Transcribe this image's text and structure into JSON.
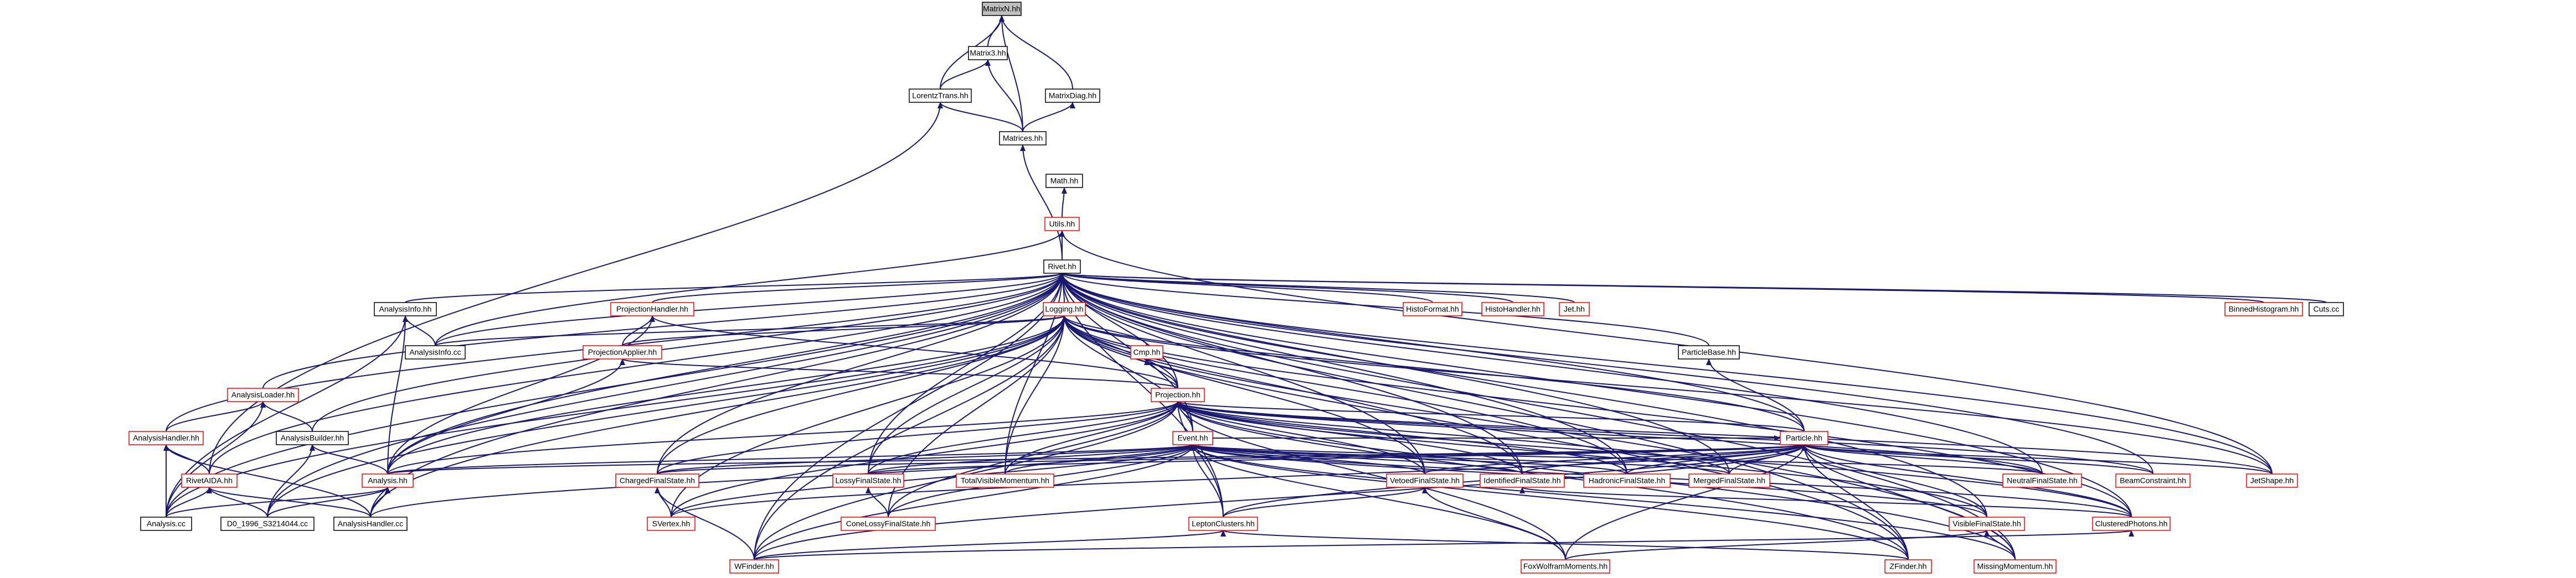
{
  "diagram": {
    "nodes": [
      {
        "id": "matrixn",
        "label": "MatrixN.hh",
        "style": "focus"
      },
      {
        "id": "matrix3",
        "label": "Matrix3.hh",
        "style": "black"
      },
      {
        "id": "lorentztrans",
        "label": "LorentzTrans.hh",
        "style": "black"
      },
      {
        "id": "matrixdiag",
        "label": "MatrixDiag.hh",
        "style": "black"
      },
      {
        "id": "matrices",
        "label": "Matrices.hh",
        "style": "black"
      },
      {
        "id": "math",
        "label": "Math.hh",
        "style": "black"
      },
      {
        "id": "utils",
        "label": "Utils.hh",
        "style": "red"
      },
      {
        "id": "rivet",
        "label": "Rivet.hh",
        "style": "black"
      },
      {
        "id": "analysisinfo",
        "label": "AnalysisInfo.hh",
        "style": "black"
      },
      {
        "id": "analysisinfocc",
        "label": "AnalysisInfo.cc",
        "style": "black"
      },
      {
        "id": "projectionhandler",
        "label": "ProjectionHandler.hh",
        "style": "red"
      },
      {
        "id": "projectionapplier",
        "label": "ProjectionApplier.hh",
        "style": "red"
      },
      {
        "id": "logging",
        "label": "Logging.hh",
        "style": "red"
      },
      {
        "id": "cmp",
        "label": "Cmp.hh",
        "style": "red"
      },
      {
        "id": "histoformat",
        "label": "HistoFormat.hh",
        "style": "red"
      },
      {
        "id": "histohandler",
        "label": "HistoHandler.hh",
        "style": "red"
      },
      {
        "id": "jet",
        "label": "Jet.hh",
        "style": "red"
      },
      {
        "id": "binnedhistogram",
        "label": "BinnedHistogram.hh",
        "style": "red"
      },
      {
        "id": "cutscc",
        "label": "Cuts.cc",
        "style": "black"
      },
      {
        "id": "particlebase",
        "label": "ParticleBase.hh",
        "style": "black"
      },
      {
        "id": "projection",
        "label": "Projection.hh",
        "style": "red"
      },
      {
        "id": "analysisloader",
        "label": "AnalysisLoader.hh",
        "style": "red"
      },
      {
        "id": "analysisbuilder",
        "label": "AnalysisBuilder.hh",
        "style": "black"
      },
      {
        "id": "analysishandlerh",
        "label": "AnalysisHandler.hh",
        "style": "red"
      },
      {
        "id": "event",
        "label": "Event.hh",
        "style": "red"
      },
      {
        "id": "particle",
        "label": "Particle.hh",
        "style": "red"
      },
      {
        "id": "analysish",
        "label": "Analysis.hh",
        "style": "red"
      },
      {
        "id": "rivetaida",
        "label": "RivetAIDA.hh",
        "style": "red"
      },
      {
        "id": "analysiscc",
        "label": "Analysis.cc",
        "style": "black"
      },
      {
        "id": "d0cc",
        "label": "D0_1996_S3214044.cc",
        "style": "black"
      },
      {
        "id": "analysishandlercc",
        "label": "AnalysisHandler.cc",
        "style": "black"
      },
      {
        "id": "chargedfinalstate",
        "label": "ChargedFinalState.hh",
        "style": "red"
      },
      {
        "id": "lossyfinalstate",
        "label": "LossyFinalState.hh",
        "style": "red"
      },
      {
        "id": "totalvisiblemomentum",
        "label": "TotalVisibleMomentum.hh",
        "style": "red"
      },
      {
        "id": "vetoedfinalstate",
        "label": "VetoedFinalState.hh",
        "style": "red"
      },
      {
        "id": "identifiedfinalstate",
        "label": "IdentifiedFinalState.hh",
        "style": "red"
      },
      {
        "id": "hadronicfinalstate",
        "label": "HadronicFinalState.hh",
        "style": "red"
      },
      {
        "id": "mergedfinalstate",
        "label": "MergedFinalState.hh",
        "style": "red"
      },
      {
        "id": "neutralfinalstate",
        "label": "NeutralFinalState.hh",
        "style": "red"
      },
      {
        "id": "beamconstraint",
        "label": "BeamConstraint.hh",
        "style": "red"
      },
      {
        "id": "jetshape",
        "label": "JetShape.hh",
        "style": "red"
      },
      {
        "id": "svertex",
        "label": "SVertex.hh",
        "style": "red"
      },
      {
        "id": "conelossyfinalstate",
        "label": "ConeLossyFinalState.hh",
        "style": "red"
      },
      {
        "id": "leptonclusters",
        "label": "LeptonClusters.hh",
        "style": "red"
      },
      {
        "id": "visiblefinalstate",
        "label": "VisibleFinalState.hh",
        "style": "red"
      },
      {
        "id": "clusteredphotons",
        "label": "ClusteredPhotons.hh",
        "style": "red"
      },
      {
        "id": "wfinder",
        "label": "WFinder.hh",
        "style": "red"
      },
      {
        "id": "foxwolfram",
        "label": "FoxWolframMoments.hh",
        "style": "red"
      },
      {
        "id": "zfinder",
        "label": "ZFinder.hh",
        "style": "red"
      },
      {
        "id": "missingmomentum",
        "label": "MissingMomentum.hh",
        "style": "red"
      }
    ],
    "edges": [
      [
        "matrix3",
        "matrixn"
      ],
      [
        "lorentztrans",
        "matrixn"
      ],
      [
        "matrices",
        "matrixn"
      ],
      [
        "matrixdiag",
        "matrixn"
      ],
      [
        "lorentztrans",
        "matrix3"
      ],
      [
        "matrices",
        "matrix3"
      ],
      [
        "matrices",
        "lorentztrans"
      ],
      [
        "matrices",
        "matrixdiag"
      ],
      [
        "rivet",
        "matrices"
      ],
      [
        "utils",
        "math"
      ],
      [
        "rivet",
        "utils"
      ],
      [
        "rivetaida",
        "lorentztrans"
      ],
      [
        "analysisinfocc",
        "utils"
      ],
      [
        "jetshape",
        "utils"
      ],
      [
        "analysisinfo",
        "rivet"
      ],
      [
        "analysisinfocc",
        "rivet"
      ],
      [
        "projectionhandler",
        "rivet"
      ],
      [
        "logging",
        "rivet"
      ],
      [
        "histoformat",
        "rivet"
      ],
      [
        "histohandler",
        "rivet"
      ],
      [
        "jet",
        "rivet"
      ],
      [
        "binnedhistogram",
        "rivet"
      ],
      [
        "cutscc",
        "rivet"
      ],
      [
        "particlebase",
        "rivet"
      ],
      [
        "projection",
        "rivet"
      ],
      [
        "analysisloader",
        "rivet"
      ],
      [
        "analysisbuilder",
        "rivet"
      ],
      [
        "analysishandlerh",
        "rivet"
      ],
      [
        "event",
        "rivet"
      ],
      [
        "particle",
        "rivet"
      ],
      [
        "analysish",
        "rivet"
      ],
      [
        "rivetaida",
        "rivet"
      ],
      [
        "analysiscc",
        "rivet"
      ],
      [
        "d0cc",
        "rivet"
      ],
      [
        "analysishandlercc",
        "rivet"
      ],
      [
        "chargedfinalstate",
        "rivet"
      ],
      [
        "lossyfinalstate",
        "rivet"
      ],
      [
        "totalvisiblemomentum",
        "rivet"
      ],
      [
        "vetoedfinalstate",
        "rivet"
      ],
      [
        "identifiedfinalstate",
        "rivet"
      ],
      [
        "hadronicfinalstate",
        "rivet"
      ],
      [
        "mergedfinalstate",
        "rivet"
      ],
      [
        "neutralfinalstate",
        "rivet"
      ],
      [
        "beamconstraint",
        "rivet"
      ],
      [
        "jetshape",
        "rivet"
      ],
      [
        "wfinder",
        "rivet"
      ],
      [
        "zfinder",
        "rivet"
      ],
      [
        "missingmomentum",
        "rivet"
      ],
      [
        "clusteredphotons",
        "rivet"
      ],
      [
        "visiblefinalstate",
        "rivet"
      ],
      [
        "leptonclusters",
        "rivet"
      ],
      [
        "analysisinfocc",
        "analysisinfo"
      ],
      [
        "analysish",
        "analysisinfo"
      ],
      [
        "analysiscc",
        "analysisinfo"
      ],
      [
        "projectionapplier",
        "projectionhandler"
      ],
      [
        "analysish",
        "projectionhandler"
      ],
      [
        "projection",
        "projectionhandler"
      ],
      [
        "analysisinfocc",
        "logging"
      ],
      [
        "projectionapplier",
        "logging"
      ],
      [
        "cmp",
        "logging"
      ],
      [
        "projection",
        "logging"
      ],
      [
        "analysish",
        "logging"
      ],
      [
        "analysishandlercc",
        "logging"
      ],
      [
        "chargedfinalstate",
        "logging"
      ],
      [
        "lossyfinalstate",
        "logging"
      ],
      [
        "totalvisiblemomentum",
        "logging"
      ],
      [
        "vetoedfinalstate",
        "logging"
      ],
      [
        "identifiedfinalstate",
        "logging"
      ],
      [
        "particle",
        "logging"
      ],
      [
        "event",
        "logging"
      ],
      [
        "jetshape",
        "logging"
      ],
      [
        "clusteredphotons",
        "logging"
      ],
      [
        "zfinder",
        "logging"
      ],
      [
        "wfinder",
        "logging"
      ],
      [
        "conelossyfinalstate",
        "logging"
      ],
      [
        "svertex",
        "logging"
      ],
      [
        "d0cc",
        "logging"
      ],
      [
        "analysiscc",
        "logging"
      ],
      [
        "hadronicfinalstate",
        "logging"
      ],
      [
        "missingmomentum",
        "logging"
      ],
      [
        "projection",
        "cmp"
      ],
      [
        "projection",
        "projectionapplier"
      ],
      [
        "analysish",
        "projectionapplier"
      ],
      [
        "particle",
        "particlebase"
      ],
      [
        "analysisbuilder",
        "analysisloader"
      ],
      [
        "analysishandlerh",
        "analysisloader"
      ],
      [
        "analysiscc",
        "analysisloader"
      ],
      [
        "rivetaida",
        "analysishandlerh"
      ],
      [
        "analysishandlercc",
        "analysishandlerh"
      ],
      [
        "analysiscc",
        "analysishandlerh"
      ],
      [
        "analysish",
        "analysisbuilder"
      ],
      [
        "d0cc",
        "analysisbuilder"
      ],
      [
        "event",
        "projection"
      ],
      [
        "chargedfinalstate",
        "projection"
      ],
      [
        "lossyfinalstate",
        "projection"
      ],
      [
        "totalvisiblemomentum",
        "projection"
      ],
      [
        "vetoedfinalstate",
        "projection"
      ],
      [
        "identifiedfinalstate",
        "projection"
      ],
      [
        "hadronicfinalstate",
        "projection"
      ],
      [
        "mergedfinalstate",
        "projection"
      ],
      [
        "neutralfinalstate",
        "projection"
      ],
      [
        "beamconstraint",
        "projection"
      ],
      [
        "jetshape",
        "projection"
      ],
      [
        "svertex",
        "projection"
      ],
      [
        "conelossyfinalstate",
        "projection"
      ],
      [
        "leptonclusters",
        "projection"
      ],
      [
        "visiblefinalstate",
        "projection"
      ],
      [
        "clusteredphotons",
        "projection"
      ],
      [
        "wfinder",
        "projection"
      ],
      [
        "foxwolfram",
        "projection"
      ],
      [
        "zfinder",
        "projection"
      ],
      [
        "missingmomentum",
        "projection"
      ],
      [
        "analysish",
        "projection"
      ],
      [
        "particle",
        "projection"
      ],
      [
        "analysish",
        "event"
      ],
      [
        "chargedfinalstate",
        "event"
      ],
      [
        "lossyfinalstate",
        "event"
      ],
      [
        "totalvisiblemomentum",
        "event"
      ],
      [
        "vetoedfinalstate",
        "event"
      ],
      [
        "identifiedfinalstate",
        "event"
      ],
      [
        "hadronicfinalstate",
        "event"
      ],
      [
        "mergedfinalstate",
        "event"
      ],
      [
        "neutralfinalstate",
        "event"
      ],
      [
        "svertex",
        "event"
      ],
      [
        "conelossyfinalstate",
        "event"
      ],
      [
        "leptonclusters",
        "event"
      ],
      [
        "visiblefinalstate",
        "event"
      ],
      [
        "clusteredphotons",
        "event"
      ],
      [
        "wfinder",
        "event"
      ],
      [
        "foxwolfram",
        "event"
      ],
      [
        "zfinder",
        "event"
      ],
      [
        "missingmomentum",
        "event"
      ],
      [
        "analysishandlercc",
        "event"
      ],
      [
        "event",
        "particle"
      ],
      [
        "chargedfinalstate",
        "particle"
      ],
      [
        "lossyfinalstate",
        "particle"
      ],
      [
        "vetoedfinalstate",
        "particle"
      ],
      [
        "identifiedfinalstate",
        "particle"
      ],
      [
        "hadronicfinalstate",
        "particle"
      ],
      [
        "mergedfinalstate",
        "particle"
      ],
      [
        "neutralfinalstate",
        "particle"
      ],
      [
        "beamconstraint",
        "particle"
      ],
      [
        "jetshape",
        "particle"
      ],
      [
        "leptonclusters",
        "particle"
      ],
      [
        "visiblefinalstate",
        "particle"
      ],
      [
        "clusteredphotons",
        "particle"
      ],
      [
        "wfinder",
        "particle"
      ],
      [
        "foxwolfram",
        "particle"
      ],
      [
        "zfinder",
        "particle"
      ],
      [
        "missingmomentum",
        "particle"
      ],
      [
        "analysish",
        "particle"
      ],
      [
        "svertex",
        "particle"
      ],
      [
        "analysiscc",
        "analysish"
      ],
      [
        "d0cc",
        "analysish"
      ],
      [
        "analysishandlercc",
        "analysish"
      ],
      [
        "analysiscc",
        "rivetaida"
      ],
      [
        "d0cc",
        "rivetaida"
      ],
      [
        "analysishandlercc",
        "rivetaida"
      ],
      [
        "svertex",
        "chargedfinalstate"
      ],
      [
        "wfinder",
        "chargedfinalstate"
      ],
      [
        "conelossyfinalstate",
        "lossyfinalstate"
      ],
      [
        "leptonclusters",
        "vetoedfinalstate"
      ],
      [
        "foxwolfram",
        "vetoedfinalstate"
      ],
      [
        "clusteredphotons",
        "identifiedfinalstate"
      ],
      [
        "wfinder",
        "leptonclusters"
      ],
      [
        "zfinder",
        "leptonclusters"
      ],
      [
        "foxwolfram",
        "visiblefinalstate"
      ],
      [
        "missingmomentum",
        "visiblefinalstate"
      ],
      [
        "wfinder",
        "clusteredphotons"
      ]
    ]
  }
}
